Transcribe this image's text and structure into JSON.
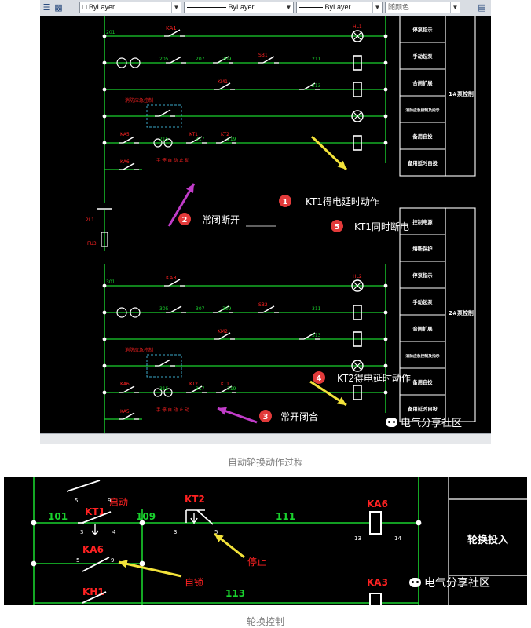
{
  "figure1": {
    "toolbar": {
      "layer_checkbox_value": "ByLayer",
      "linetype_value": "ByLayer",
      "lineweight_value": "ByLayer",
      "color_value": "随颜色"
    },
    "top_side_panel": [
      "停泵指示",
      "手动起泵",
      "合闸扩展",
      "消防应急控制及指示",
      "备用自投",
      "备用延时自投"
    ],
    "top_group_label": "1#泵控制",
    "bottom_side_panel": [
      "控制电源",
      "熔断保护",
      "停泵指示",
      "手动起泵",
      "合闸扩展",
      "消防应急控制及指示",
      "备用自投",
      "备用延时自投"
    ],
    "bottom_group_label": "2#泵控制",
    "wire_numbers_top": [
      "201",
      "205",
      "207",
      "209",
      "211",
      "213",
      "215",
      "217",
      "219"
    ],
    "wire_numbers_bottom": [
      "301",
      "305",
      "307",
      "309",
      "311",
      "313",
      "315",
      "317",
      "319"
    ],
    "components_top": [
      "KA1",
      "KA2",
      "SB1",
      "KM1",
      "HL1",
      "KA5",
      "KA6",
      "KT1",
      "KT2"
    ],
    "components_bottom": [
      "KA3",
      "KA4",
      "SB2",
      "KM2",
      "HL2",
      "KA6",
      "KA5",
      "KT2",
      "KT1"
    ],
    "emergency_label": "消防应急控制",
    "mode_label": "手 停 自 动 止 动",
    "fuse_labels": [
      "2L1",
      "FU3"
    ],
    "annotations": [
      {
        "num": "1",
        "text": "KT1得电延时动作"
      },
      {
        "num": "2",
        "text": "常闭断开"
      },
      {
        "num": "5",
        "text": "KT1同时断电"
      },
      {
        "num": "4",
        "text": "KT2得电延时动作"
      },
      {
        "num": "3",
        "text": "常开闭合"
      }
    ],
    "watermark": "电气分享社区",
    "caption": "自动轮换动作过程"
  },
  "figure2": {
    "wire_numbers": [
      "101",
      "109",
      "111",
      "113"
    ],
    "components": [
      "KT1",
      "KT2",
      "KA6",
      "KA6",
      "KH1",
      "KA3"
    ],
    "terminal_numbers": [
      "5",
      "9",
      "3",
      "4",
      "3",
      "5",
      "13",
      "14",
      "5",
      "9"
    ],
    "annotations": [
      {
        "id": "start",
        "text": "启动"
      },
      {
        "id": "stop",
        "text": "停止"
      },
      {
        "id": "selflock",
        "text": "自锁"
      }
    ],
    "side_label": "轮换投入",
    "watermark": "电气分享社区",
    "caption": "轮换控制"
  },
  "colors": {
    "background": "#000000",
    "wire": "#19d12d",
    "contact": "#ffffff",
    "label_red": "#ff2222",
    "arrow_yellow": "#f2e23a",
    "arrow_magenta": "#c03cc8",
    "badge_red": "#e23a3a"
  }
}
